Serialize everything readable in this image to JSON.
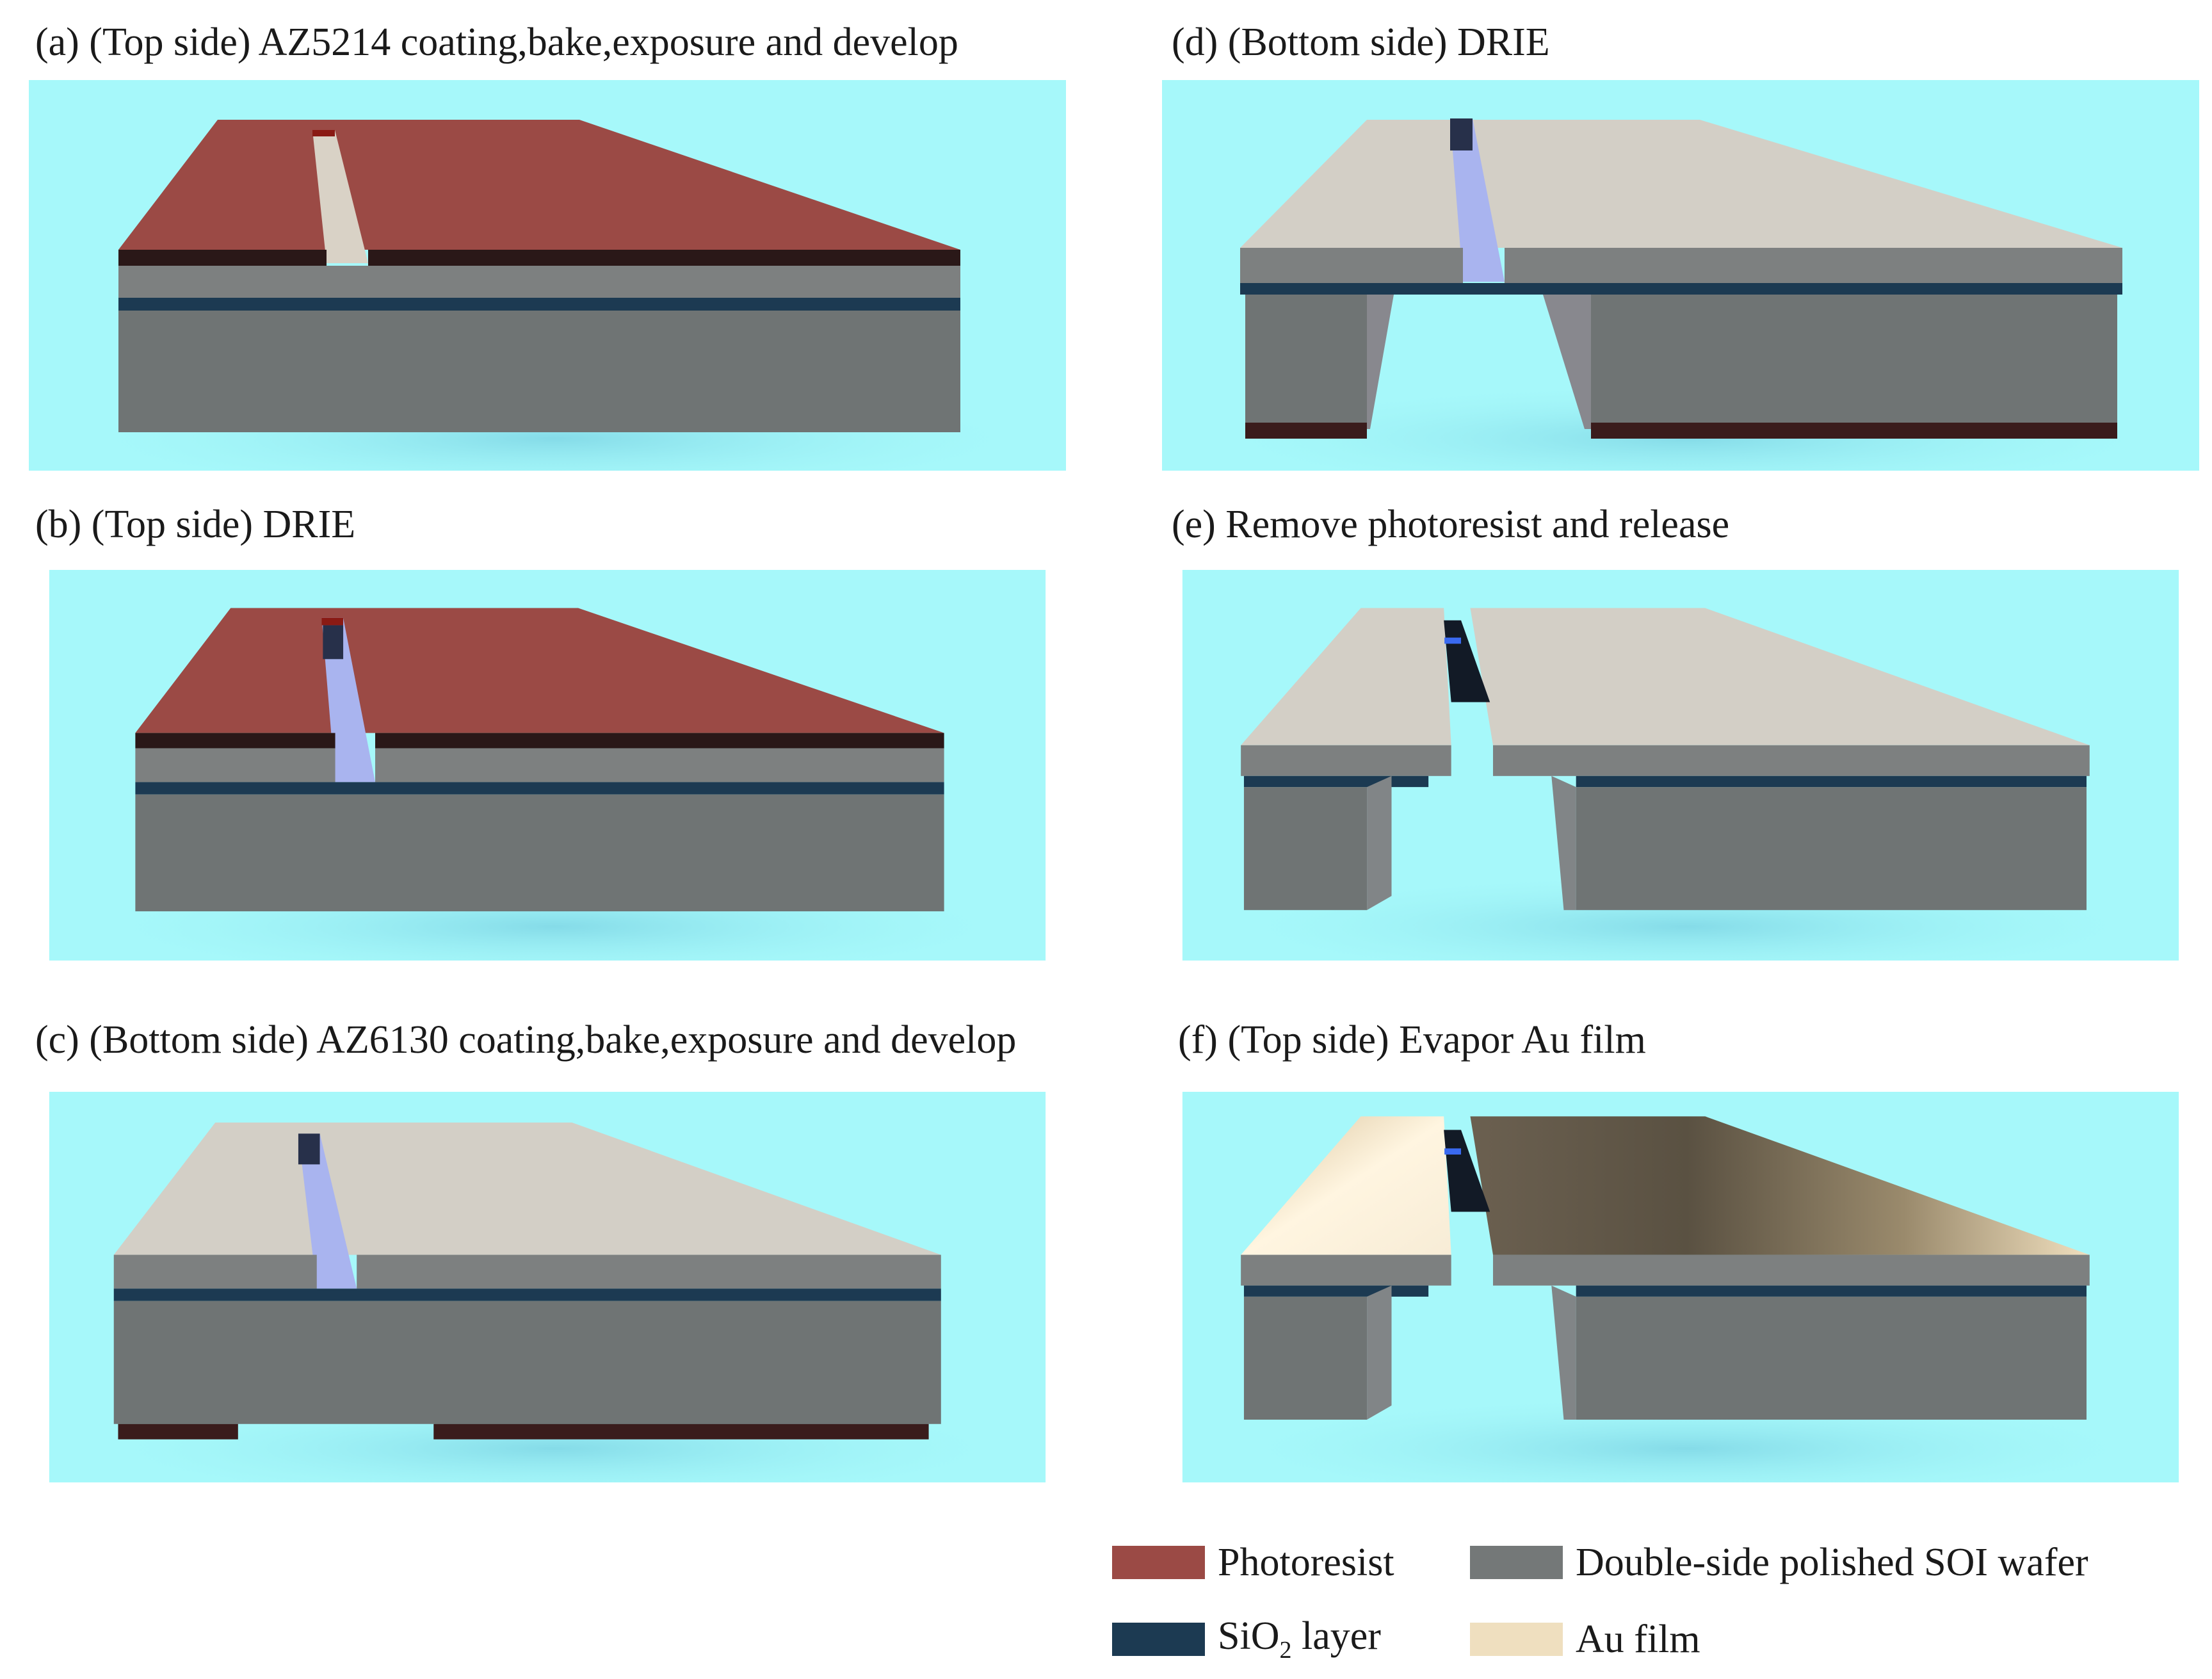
{
  "panels": {
    "a": {
      "label": "(a) (Top side) AZ5214 coating,bake,exposure and develop"
    },
    "b": {
      "label": "(b) (Top side) DRIE"
    },
    "c": {
      "label": "(c) (Bottom side) AZ6130 coating,bake,exposure and develop"
    },
    "d": {
      "label": "(d) (Bottom side) DRIE"
    },
    "e": {
      "label": "(e) Remove photoresist and release"
    },
    "f": {
      "label": "(f) (Top side) Evapor Au film"
    }
  },
  "legend": {
    "photoresist": "Photoresist",
    "wafer": "Double-side polished SOI wafer",
    "sio2_prefix": "SiO",
    "sio2_sub": "2",
    "sio2_suffix": " layer",
    "au": "Au film"
  },
  "colors": {
    "background": "#a6f8fa",
    "photoresist": "#9b4a45",
    "sio2": "#1c3a52",
    "wafer": "#747878",
    "wafer_top": "#d3cfc6",
    "au": "#efdfbf",
    "etched_trench": "#a9b4ef"
  }
}
